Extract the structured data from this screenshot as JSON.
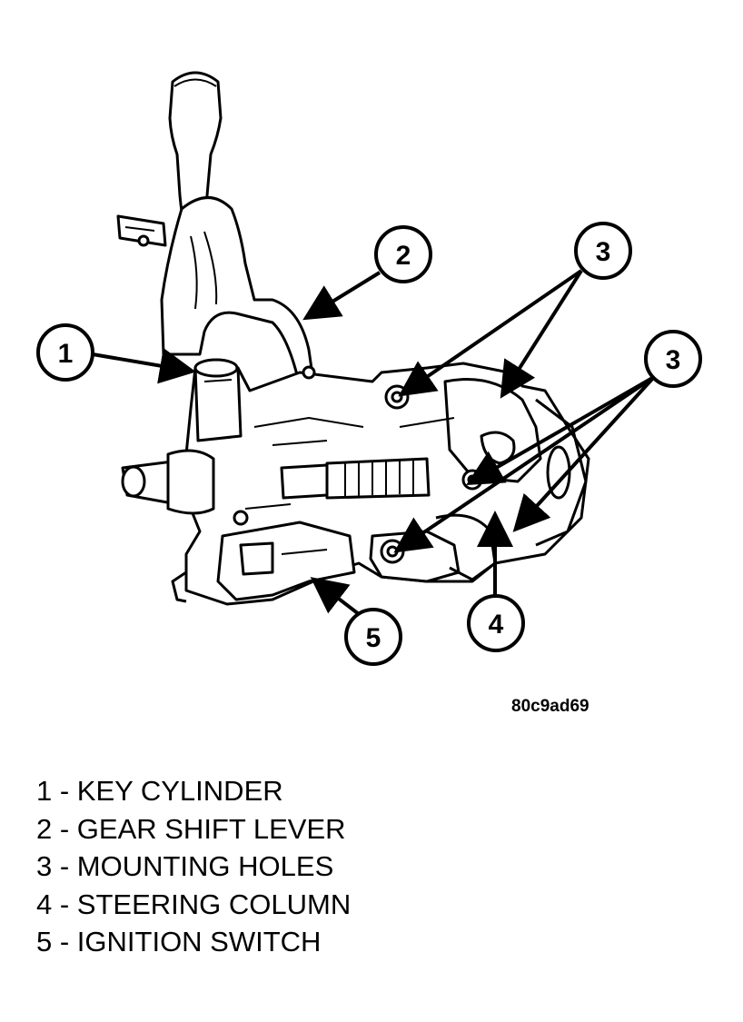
{
  "callouts": [
    "1",
    "2",
    "3",
    "3",
    "4",
    "5"
  ],
  "figure_id": "80c9ad69",
  "legend": [
    "1 - KEY CYLINDER",
    "2 - GEAR SHIFT LEVER",
    "3 - MOUNTING HOLES",
    "4 - STEERING COLUMN",
    "5 - IGNITION SWITCH"
  ]
}
